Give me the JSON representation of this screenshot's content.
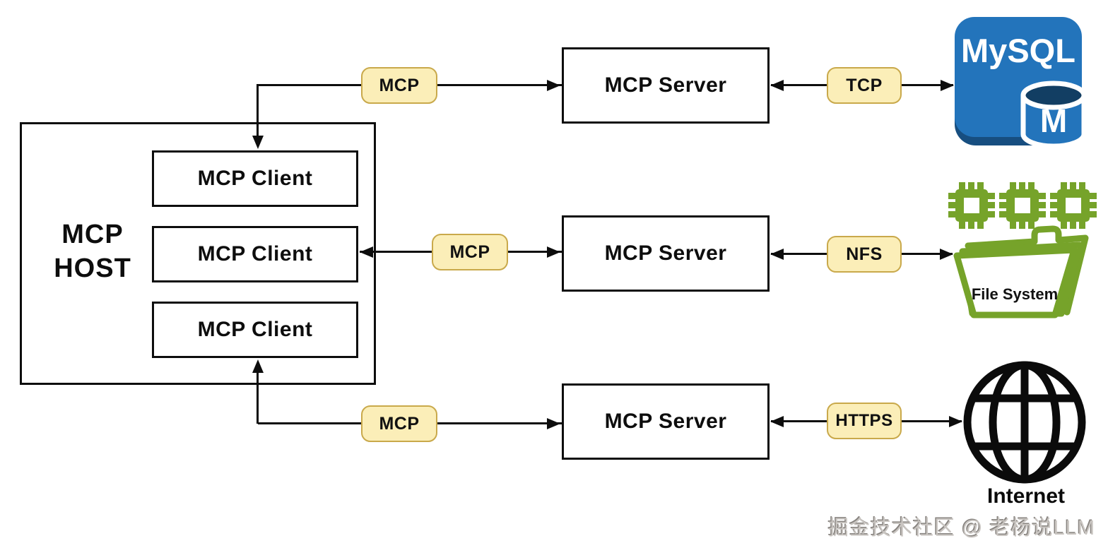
{
  "host": {
    "label": "MCP\nHOST",
    "clients": [
      {
        "label": "MCP Client"
      },
      {
        "label": "MCP Client"
      },
      {
        "label": "MCP Client"
      }
    ]
  },
  "servers": [
    {
      "label": "MCP Server"
    },
    {
      "label": "MCP Server"
    },
    {
      "label": "MCP Server"
    }
  ],
  "protocol_badges": {
    "row1_client": "MCP",
    "row1_resource": "TCP",
    "row2_client": "MCP",
    "row2_resource": "NFS",
    "row3_client": "MCP",
    "row3_resource": "HTTPS"
  },
  "resources": {
    "mysql": {
      "label": "MySQL",
      "monogram": "M"
    },
    "filesystem": {
      "label": "File System"
    },
    "internet": {
      "label": "Internet"
    }
  },
  "watermark": "掘金技术社区 @ 老杨说LLM",
  "colors": {
    "badge_fill": "#FBEEB8",
    "badge_border": "#C9A94B",
    "mysql_blue": "#2374BB",
    "mysql_dark_blue": "#174E80",
    "mysql_cylinder_top": "#123E63",
    "filesystem_green": "#76A32A",
    "connector_black": "#0D0D0D"
  }
}
